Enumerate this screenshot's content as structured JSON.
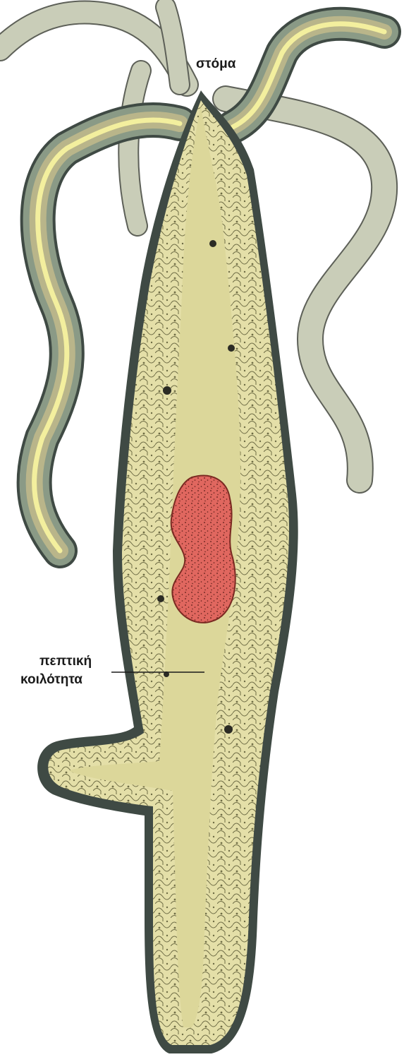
{
  "labels": {
    "mouth": "στόμα",
    "cavity_line1": "πεπτική",
    "cavity_line2": "κοιλότητα"
  },
  "colors": {
    "body_fill": "#dcd79a",
    "outer_wall": "#3f4a44",
    "wall_mid": "#8a9a86",
    "tentacle_fill": "#c9cdb8",
    "tentacle_stroke": "#5d6058",
    "cell_stroke": "#6e6c45",
    "bud_red": "#e0675f",
    "bud_dots": "#5a1d18"
  }
}
